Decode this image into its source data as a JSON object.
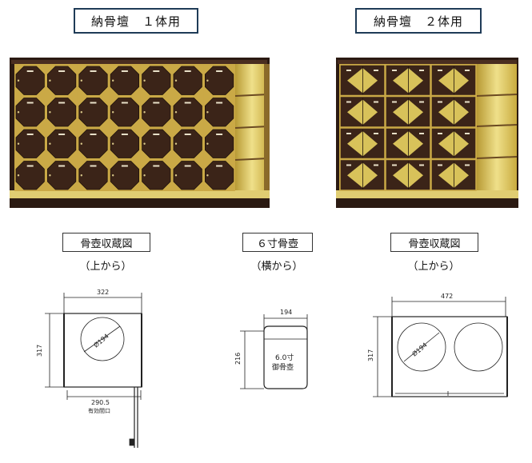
{
  "top": {
    "left_title": "納骨壇　１体用",
    "right_title": "納骨壇　２体用"
  },
  "diagrams": {
    "left": {
      "title": "骨壺収蔵図",
      "sub": "（上から）",
      "width": "322",
      "depth": "317",
      "diameter": "Ø194",
      "opening": "290.5",
      "opening_label": "有効間口"
    },
    "middle": {
      "title": "６寸骨壺",
      "sub": "（横から）",
      "width": "194",
      "height": "216",
      "urn_line1": "6.0寸",
      "urn_line2": "御骨壺"
    },
    "right": {
      "title": "骨壺収蔵図",
      "sub": "（上から）",
      "width": "472",
      "depth": "317",
      "diameter": "Ø194"
    }
  },
  "colors": {
    "frame": "#3a1f14",
    "door": "#3b2418",
    "gold": "#d8c25a",
    "title_border": "#1f3b57"
  }
}
